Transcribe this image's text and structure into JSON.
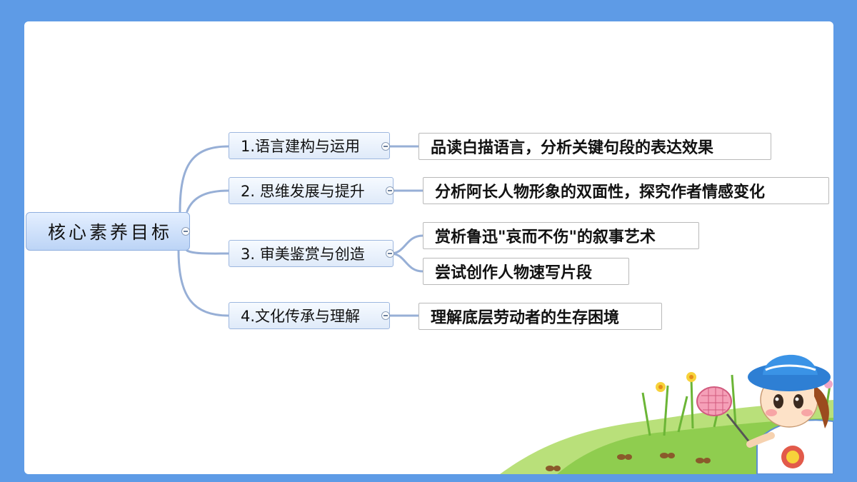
{
  "mindmap": {
    "root": "核心素养目标",
    "branches": [
      {
        "label": "1.语言建构与运用",
        "leaves": [
          "品读白描语言，分析关键句段的表达效果"
        ]
      },
      {
        "label": "2. 思维发展与提升",
        "leaves": [
          "分析阿长人物形象的双面性，探究作者情感变化"
        ]
      },
      {
        "label": "3. 审美鉴赏与创造",
        "leaves": [
          "赏析鲁迅\"哀而不伤\"的叙事艺术",
          "尝试创作人物速写片段"
        ]
      },
      {
        "label": "4.文化传承与理解",
        "leaves": [
          "理解底层劳动者的生存困境"
        ]
      }
    ]
  },
  "colors": {
    "frame": "#5e9be6",
    "connector": "#97afd6",
    "root_fill": "#c9dcf8"
  },
  "decoration": {
    "type": "cartoon child with fly swatter on grass"
  }
}
